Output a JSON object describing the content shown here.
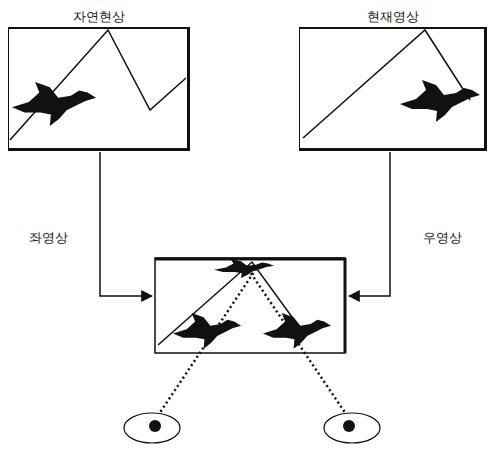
{
  "diagram": {
    "nodes": [
      {
        "text": [
          "자연현상"
        ]
      },
      {
        "text": [
          "현재영상"
        ]
      }
    ],
    "labels": [
      "좌영상",
      "우영상"
    ]
  }
}
